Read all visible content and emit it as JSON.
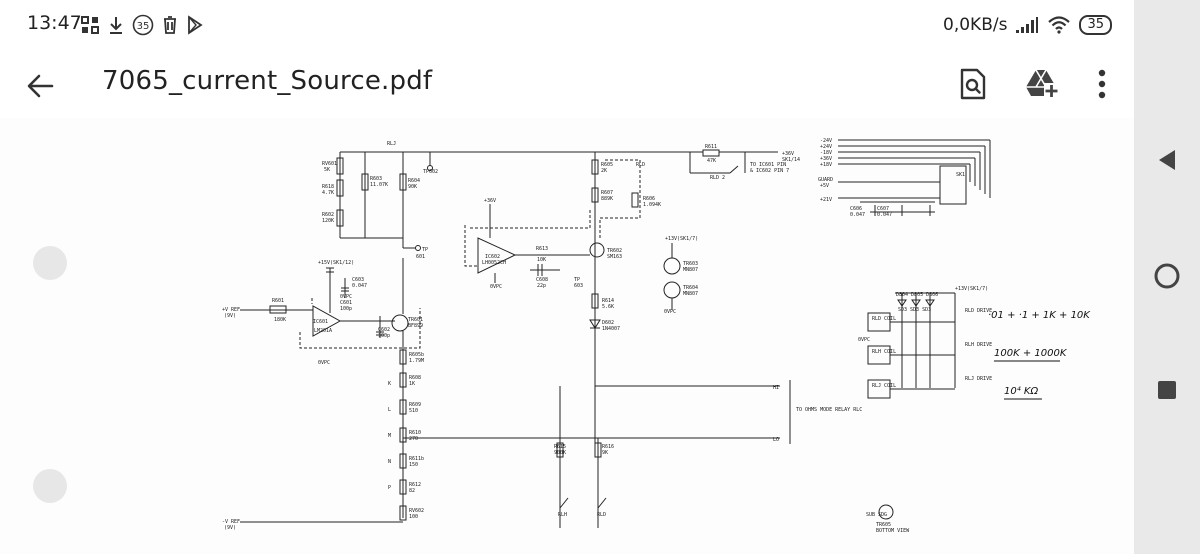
{
  "status_bar": {
    "time": "13:47",
    "notification_count": "35",
    "net_speed": "0,0KB/s",
    "battery": "35"
  },
  "toolbar": {
    "title": "7065_current_Source.pdf",
    "icons": [
      "back-arrow-icon",
      "search-document-icon",
      "drive-add-icon",
      "more-vertical-icon"
    ]
  },
  "schematic": {
    "labels": {
      "ref_plus": "+V REF",
      "ref_plus_val": "(9V)",
      "ref_minus": "-V REF",
      "ref_minus_val": "(9V)",
      "ic601": "IC601",
      "ic601_part": "LM201A",
      "ic602": "IC602",
      "ic602_part": "LH0052CH",
      "tr601": "TR601",
      "tr601_part": "BF899",
      "tr602": "TR602",
      "tr602_part": "SM163",
      "tr603": "TR603",
      "tr603_part": "MN807",
      "tr604": "TR604",
      "tr604_part": "MN807",
      "d602": "D602",
      "d602_part": "1N4007",
      "plus15v": "+15V(SK1/12)",
      "plus13v": "+13V(SK1/7)",
      "plus36v": "+36V",
      "plus36v_sk": "SK1/14",
      "to_ic601": "TO IC601 PIN",
      "to_ic602": "& IC602 PIN 7",
      "tp601": "TP",
      "tp601_n": "601",
      "tp602": "TP602",
      "tp603": "TP",
      "tp603_n": "603",
      "ovpc": "0VPC",
      "ohms_relay": "TO OHMS MODE RELAY RLC",
      "hi": "HI",
      "lo": "LO",
      "rl_j": "RLJ",
      "rl_h": "RLH",
      "rl_d": "RLD",
      "rld2": "RLD 2",
      "sk1": "SK1",
      "guard": "GUARD",
      "guard_v": "+5V",
      "rail_labels": [
        "-24V",
        "+24V",
        "-18V",
        "+36V",
        "+18V"
      ],
      "plus21v": "+21V",
      "rld_coil": "RLD COIL",
      "rlh_coil": "RLH COIL",
      "rlj_coil": "RLJ COIL",
      "rld_drive": "RLD DRIVE",
      "rlh_drive": "RLH DRIVE",
      "rlj_drive": "RLJ DRIVE",
      "tr605": "TR605",
      "tr605_view": "BOTTOM VIEW",
      "sub_sdg": "SUB SDG",
      "d805": "D804 D805 D806",
      "sd": "SD3  SD3  SD3"
    },
    "resistors": [
      {
        "ref": "RV601",
        "val": "5K"
      },
      {
        "ref": "R603",
        "val": "11.07K"
      },
      {
        "ref": "R604",
        "val": "90K"
      },
      {
        "ref": "R618",
        "val": "4.7K"
      },
      {
        "ref": "R602",
        "val": "120K"
      },
      {
        "ref": "R605",
        "val": "2K"
      },
      {
        "ref": "R607",
        "val": "889K"
      },
      {
        "ref": "R606",
        "val": "1.094K"
      },
      {
        "ref": "R611",
        "val": "47K"
      },
      {
        "ref": "R613",
        "val": "10K"
      },
      {
        "ref": "R614",
        "val": "5.6K"
      },
      {
        "ref": "R601",
        "val": "180K"
      },
      {
        "ref": "R605b",
        "val": "1.79M"
      },
      {
        "ref": "R608",
        "val": "1K"
      },
      {
        "ref": "R609",
        "val": "510"
      },
      {
        "ref": "R610",
        "val": "270"
      },
      {
        "ref": "R611b",
        "val": "150"
      },
      {
        "ref": "R612",
        "val": "82"
      },
      {
        "ref": "RV602",
        "val": "100"
      },
      {
        "ref": "R615",
        "val": "900K"
      },
      {
        "ref": "R616",
        "val": "9K"
      }
    ],
    "capacitors": [
      {
        "ref": "C603",
        "val": "0.047"
      },
      {
        "ref": "C601",
        "val": "100p"
      },
      {
        "ref": "C602",
        "val": "100p"
      },
      {
        "ref": "C608",
        "val": "22p"
      },
      {
        "ref": "C606",
        "val": "0.047"
      },
      {
        "ref": "C607",
        "val": "0.047"
      }
    ],
    "range_taps": [
      "K",
      "L",
      "M",
      "N",
      "P"
    ],
    "handwritten": {
      "line1": "·01 + ·1 + 1K + 10K",
      "line2": "100K + 1000K",
      "line3": "10⁴ KΩ"
    }
  }
}
